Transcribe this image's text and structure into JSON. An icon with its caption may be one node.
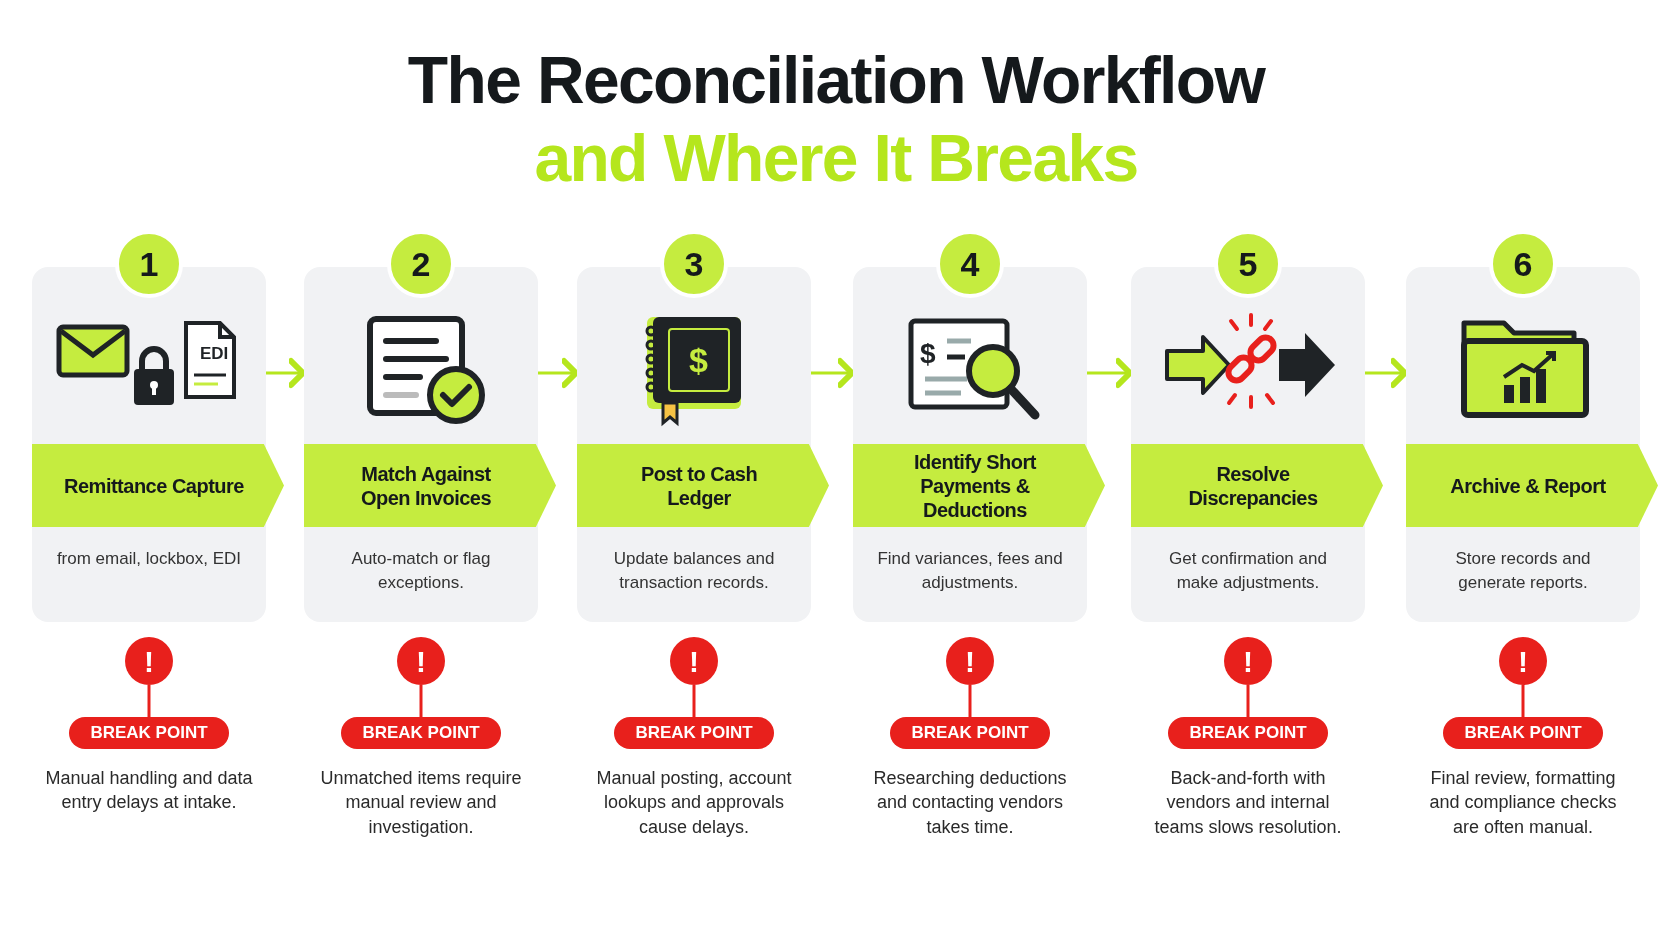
{
  "diagram": {
    "title": "The Reconciliation Workflow",
    "nodes": [
      {
        "text": [
          "Remittance Capture",
          "from email, lockbox, EDI"
        ]
      },
      {
        "text": [
          "1"
        ]
      },
      {
        "text": [
          "!"
        ]
      },
      {
        "text": [
          "BREAK POINT"
        ],
        "beside": [
          "Manual handling and data entry delays at intake."
        ]
      },
      {
        "text": [
          "Match Against Open Invoices",
          "Auto-match or flag exceptions."
        ]
      },
      {
        "text": [
          "2"
        ]
      },
      {
        "text": [
          "!"
        ]
      },
      {
        "text": [
          "BREAK POINT"
        ],
        "beside": [
          "Unmatched items require manual review and investigation."
        ]
      },
      {
        "text": [
          "Post to Cash Ledger",
          "Update balances and transaction records."
        ]
      },
      {
        "text": [
          "3"
        ]
      },
      {
        "text": [
          "!"
        ]
      },
      {
        "text": [
          "BREAK POINT"
        ],
        "beside": [
          "Manual posting, account lookups and approvals cause delays."
        ]
      },
      {
        "text": [
          "Identify Short Payments & Deductions",
          "Find variances, fees and adjustments."
        ]
      },
      {
        "text": [
          "4"
        ]
      },
      {
        "text": [
          "!"
        ]
      },
      {
        "text": [
          "BREAK POINT"
        ],
        "beside": [
          "Researching deductions and contacting vendors takes time."
        ]
      },
      {
        "text": [
          "Resolve Discrepancies",
          "Get confirmation and make adjustments."
        ]
      },
      {
        "text": [
          "5"
        ]
      },
      {
        "text": [
          "!"
        ]
      },
      {
        "text": [
          "BREAK POINT"
        ],
        "beside": [
          "Back-and-forth with vendors and internal teams slows resolution."
        ]
      },
      {
        "text": [
          "Archive & Report",
          "Store records and generate reports."
        ]
      },
      {
        "text": [
          "6"
        ]
      },
      {
        "text": [
          "!"
        ]
      },
      {
        "text": [
          "BREAK POINT"
        ],
        "beside": [
          "Final review, formatting and compliance checks are often manual."
        ]
      }
    ],
    "edges": [
      {
        "from": 0,
        "to": 4,
        "arrow": "to",
        "color": "#b5e61d"
      },
      {
        "from": 4,
        "to": 8,
        "arrow": "to",
        "color": "#b5e61d"
      },
      {
        "from": 8,
        "to": 12,
        "arrow": "to",
        "color": "#b5e61d"
      },
      {
        "from": 12,
        "to": 16,
        "arrow": "to",
        "color": "#b5e61d"
      },
      {
        "from": 16,
        "to": 20,
        "arrow": "to",
        "color": "#b5e61d"
      },
      {
        "from": 2,
        "to": 3,
        "arrow": "none"
      },
      {
        "from": 6,
        "to": 7,
        "arrow": "none"
      },
      {
        "from": 10,
        "to": 11,
        "arrow": "none"
      },
      {
        "from": 14,
        "to": 15,
        "arrow": "none"
      },
      {
        "from": 18,
        "to": 19,
        "arrow": "none"
      },
      {
        "from": 22,
        "to": 23,
        "arrow": "none"
      }
    ],
    "labels": [
      "and Where It Breaks",
      "EDI",
      "$",
      "$"
    ]
  }
}
